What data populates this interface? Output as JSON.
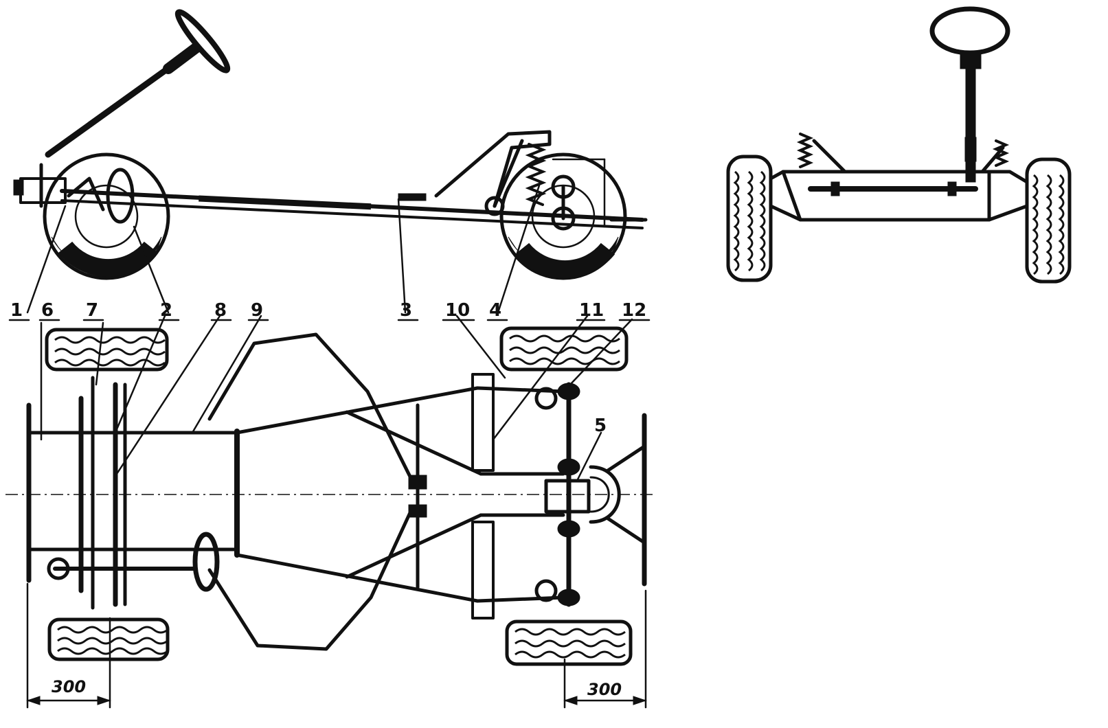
{
  "callouts": [
    "1",
    "2",
    "3",
    "4",
    "5",
    "6",
    "7",
    "8",
    "9",
    "10",
    "11",
    "12"
  ],
  "dimensions": {
    "left": "300",
    "right": "300"
  }
}
